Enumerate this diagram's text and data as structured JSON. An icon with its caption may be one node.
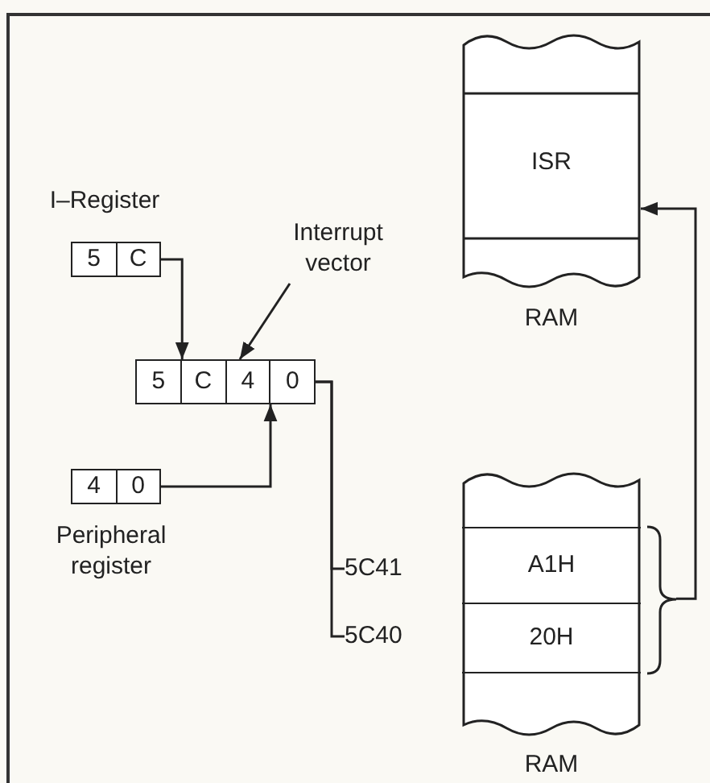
{
  "diagram": {
    "nodes": [
      {
        "text": [
          "5",
          "C"
        ],
        "beside": [
          "I–Register"
        ]
      },
      {
        "text": [
          "Interrupt vector"
        ]
      },
      {
        "text": [
          "5",
          "C",
          "4",
          "0"
        ]
      },
      {
        "text": [
          "4",
          "0"
        ],
        "beside": [
          "Peripheral register"
        ]
      },
      {
        "text": [
          "ISR"
        ],
        "beside": [
          "RAM"
        ]
      },
      {
        "text": [
          "5C41"
        ]
      },
      {
        "text": [
          "5C40"
        ]
      },
      {
        "text": [],
        "shape": "box",
        "beside": [
          "RAM"
        ]
      },
      {
        "text": [
          "A1H"
        ],
        "in": 7
      },
      {
        "text": [
          "20H"
        ],
        "in": 7
      }
    ],
    "edges": [
      {
        "from": 0,
        "to": 2,
        "arrow": "to"
      },
      {
        "from": 1,
        "to": 2,
        "arrow": "to"
      },
      {
        "from": 3,
        "to": 2,
        "arrow": "to"
      },
      {
        "from": 2,
        "to": 5,
        "arrow": "none"
      },
      {
        "from": 2,
        "to": 6,
        "arrow": "none"
      },
      {
        "from": 7,
        "to": 4,
        "arrow": "to"
      }
    ]
  }
}
